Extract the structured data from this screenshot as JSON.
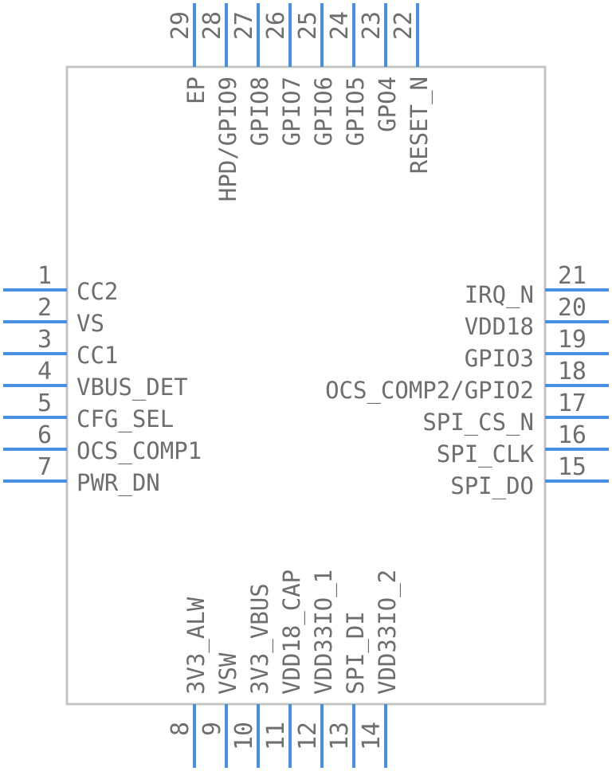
{
  "colors": {
    "pin": "#4a90e2",
    "body_stroke": "#c4c4c4",
    "text": "#6e6e6e"
  },
  "pins": {
    "left": [
      {
        "num": "1",
        "name": "CC2"
      },
      {
        "num": "2",
        "name": "VS"
      },
      {
        "num": "3",
        "name": "CC1"
      },
      {
        "num": "4",
        "name": "VBUS_DET"
      },
      {
        "num": "5",
        "name": "CFG_SEL"
      },
      {
        "num": "6",
        "name": "OCS_COMP1"
      },
      {
        "num": "7",
        "name": "PWR_DN"
      }
    ],
    "right": [
      {
        "num": "21",
        "name": "IRQ_N"
      },
      {
        "num": "20",
        "name": "VDD18"
      },
      {
        "num": "19",
        "name": "GPIO3"
      },
      {
        "num": "18",
        "name": "OCS_COMP2/GPIO2"
      },
      {
        "num": "17",
        "name": "SPI_CS_N"
      },
      {
        "num": "16",
        "name": "SPI_CLK"
      },
      {
        "num": "15",
        "name": "SPI_DO"
      }
    ],
    "top": [
      {
        "num": "29",
        "name": "EP"
      },
      {
        "num": "28",
        "name": "HPD/GPIO9"
      },
      {
        "num": "27",
        "name": "GPIO8"
      },
      {
        "num": "26",
        "name": "GPIO7"
      },
      {
        "num": "25",
        "name": "GPIO6"
      },
      {
        "num": "24",
        "name": "GPIO5"
      },
      {
        "num": "23",
        "name": "GPO4"
      },
      {
        "num": "22",
        "name": "RESET_N"
      }
    ],
    "bottom": [
      {
        "num": "8",
        "name": "3V3_ALW"
      },
      {
        "num": "9",
        "name": "VSW"
      },
      {
        "num": "10",
        "name": "3V3_VBUS"
      },
      {
        "num": "11",
        "name": "VDD18_CAP"
      },
      {
        "num": "12",
        "name": "VDD33IO_1"
      },
      {
        "num": "13",
        "name": "SPI_DI"
      },
      {
        "num": "14",
        "name": "VDD33IO_2"
      }
    ]
  }
}
